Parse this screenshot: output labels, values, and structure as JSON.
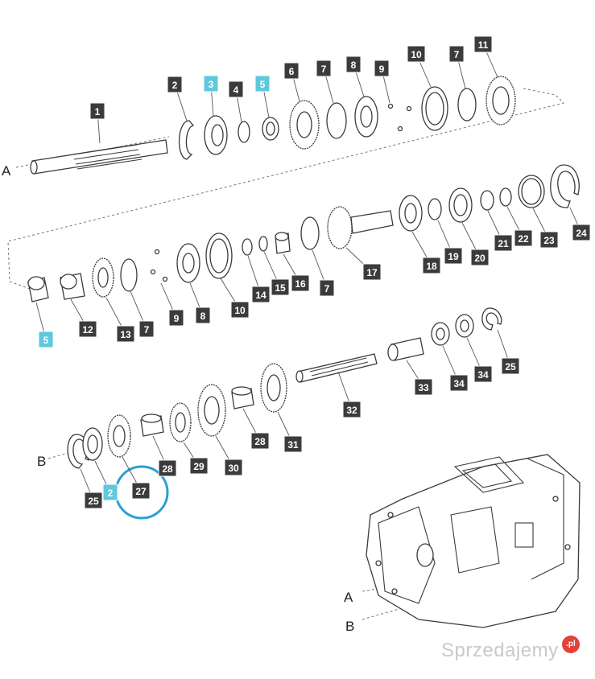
{
  "diagram": {
    "shaft_labels": {
      "a": "A",
      "b": "B",
      "a_housing": "A",
      "b_housing": "B"
    },
    "label_color": "#3b3b3b",
    "highlight_color": "#5ec8dc",
    "circle_color": "#2a9fd6",
    "tags": [
      {
        "text": "1",
        "hl": false
      },
      {
        "text": "2",
        "hl": false
      },
      {
        "text": "3",
        "hl": true
      },
      {
        "text": "4",
        "hl": false
      },
      {
        "text": "5",
        "hl": true
      },
      {
        "text": "6",
        "hl": false
      },
      {
        "text": "7",
        "hl": false
      },
      {
        "text": "8",
        "hl": false
      },
      {
        "text": "9",
        "hl": false
      },
      {
        "text": "10",
        "hl": false
      },
      {
        "text": "7",
        "hl": false
      },
      {
        "text": "11",
        "hl": false
      },
      {
        "text": "18",
        "hl": false
      },
      {
        "text": "19",
        "hl": false
      },
      {
        "text": "20",
        "hl": false
      },
      {
        "text": "21",
        "hl": false
      },
      {
        "text": "22",
        "hl": false
      },
      {
        "text": "23",
        "hl": false
      },
      {
        "text": "24",
        "hl": false
      },
      {
        "text": "17",
        "hl": false
      },
      {
        "text": "14",
        "hl": false
      },
      {
        "text": "15",
        "hl": false
      },
      {
        "text": "16",
        "hl": false
      },
      {
        "text": "7",
        "hl": false
      },
      {
        "text": "10",
        "hl": false
      },
      {
        "text": "8",
        "hl": false
      },
      {
        "text": "9",
        "hl": false
      },
      {
        "text": "12",
        "hl": false
      },
      {
        "text": "13",
        "hl": false
      },
      {
        "text": "7",
        "hl": false
      },
      {
        "text": "5",
        "hl": true
      },
      {
        "text": "33",
        "hl": false
      },
      {
        "text": "34",
        "hl": false
      },
      {
        "text": "34",
        "hl": false
      },
      {
        "text": "25",
        "hl": false
      },
      {
        "text": "32",
        "hl": false
      },
      {
        "text": "31",
        "hl": false
      },
      {
        "text": "28",
        "hl": false
      },
      {
        "text": "30",
        "hl": false
      },
      {
        "text": "29",
        "hl": false
      },
      {
        "text": "28",
        "hl": false
      },
      {
        "text": "27",
        "hl": false
      },
      {
        "text": "2",
        "hl": true
      },
      {
        "text": "25",
        "hl": false
      }
    ]
  },
  "watermark": {
    "text": "Sprzedajemy",
    "badge": ".pl"
  }
}
